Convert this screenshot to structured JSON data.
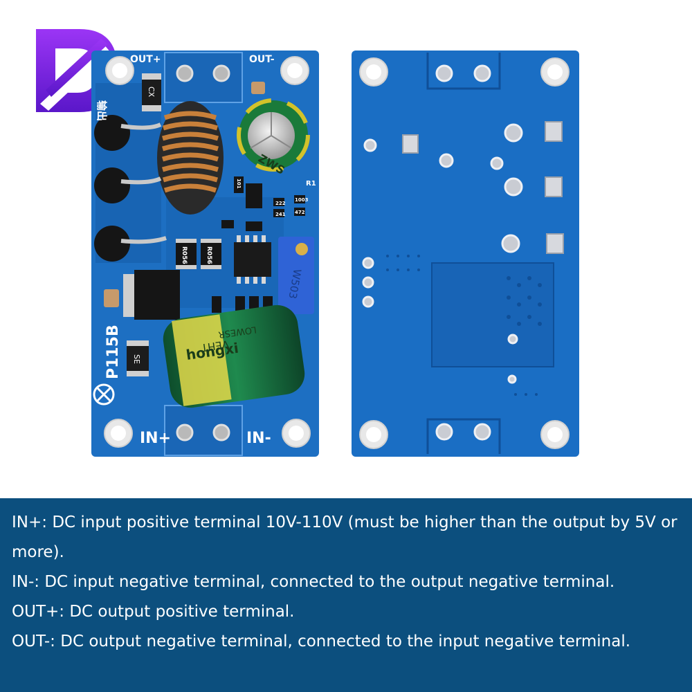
{
  "brand": {
    "logo_letter": "D",
    "logo_color_top": "#8e2ff0",
    "logo_color_bottom": "#5a17c9"
  },
  "board_front": {
    "model": "P115B",
    "labels": {
      "in_plus": "IN+",
      "in_minus": "IN-",
      "out_plus": "OUT+",
      "out_minus": "OUT-",
      "output_cn": "输出"
    },
    "resistors": [
      "R056",
      "R056"
    ],
    "pot": "W503",
    "diode_top": "CX",
    "diode_bottom": "SE",
    "capacitor_small": "ZWS",
    "capacitor_large": {
      "brand": "hongxi",
      "line1": "VEHT",
      "line2": "LOWESR"
    },
    "smd_codes": [
      "101",
      "222",
      "1003",
      "472",
      "241"
    ],
    "ref_r1": "R1"
  },
  "board_back": {
    "description": ""
  },
  "caption": {
    "lines": [
      "IN+: DC input positive terminal 10V-110V (must be higher than the output by 5V or more).",
      "IN-: DC input negative terminal, connected to the output negative terminal.",
      "OUT+: DC output positive terminal.",
      "OUT-: DC output negative terminal, connected to the input negative terminal."
    ]
  },
  "colors": {
    "pcb": "#1d6fc2",
    "pcb_dark": "#0f4f98",
    "caption_bg": "#0c4f7e",
    "copper": "#c8803a"
  }
}
